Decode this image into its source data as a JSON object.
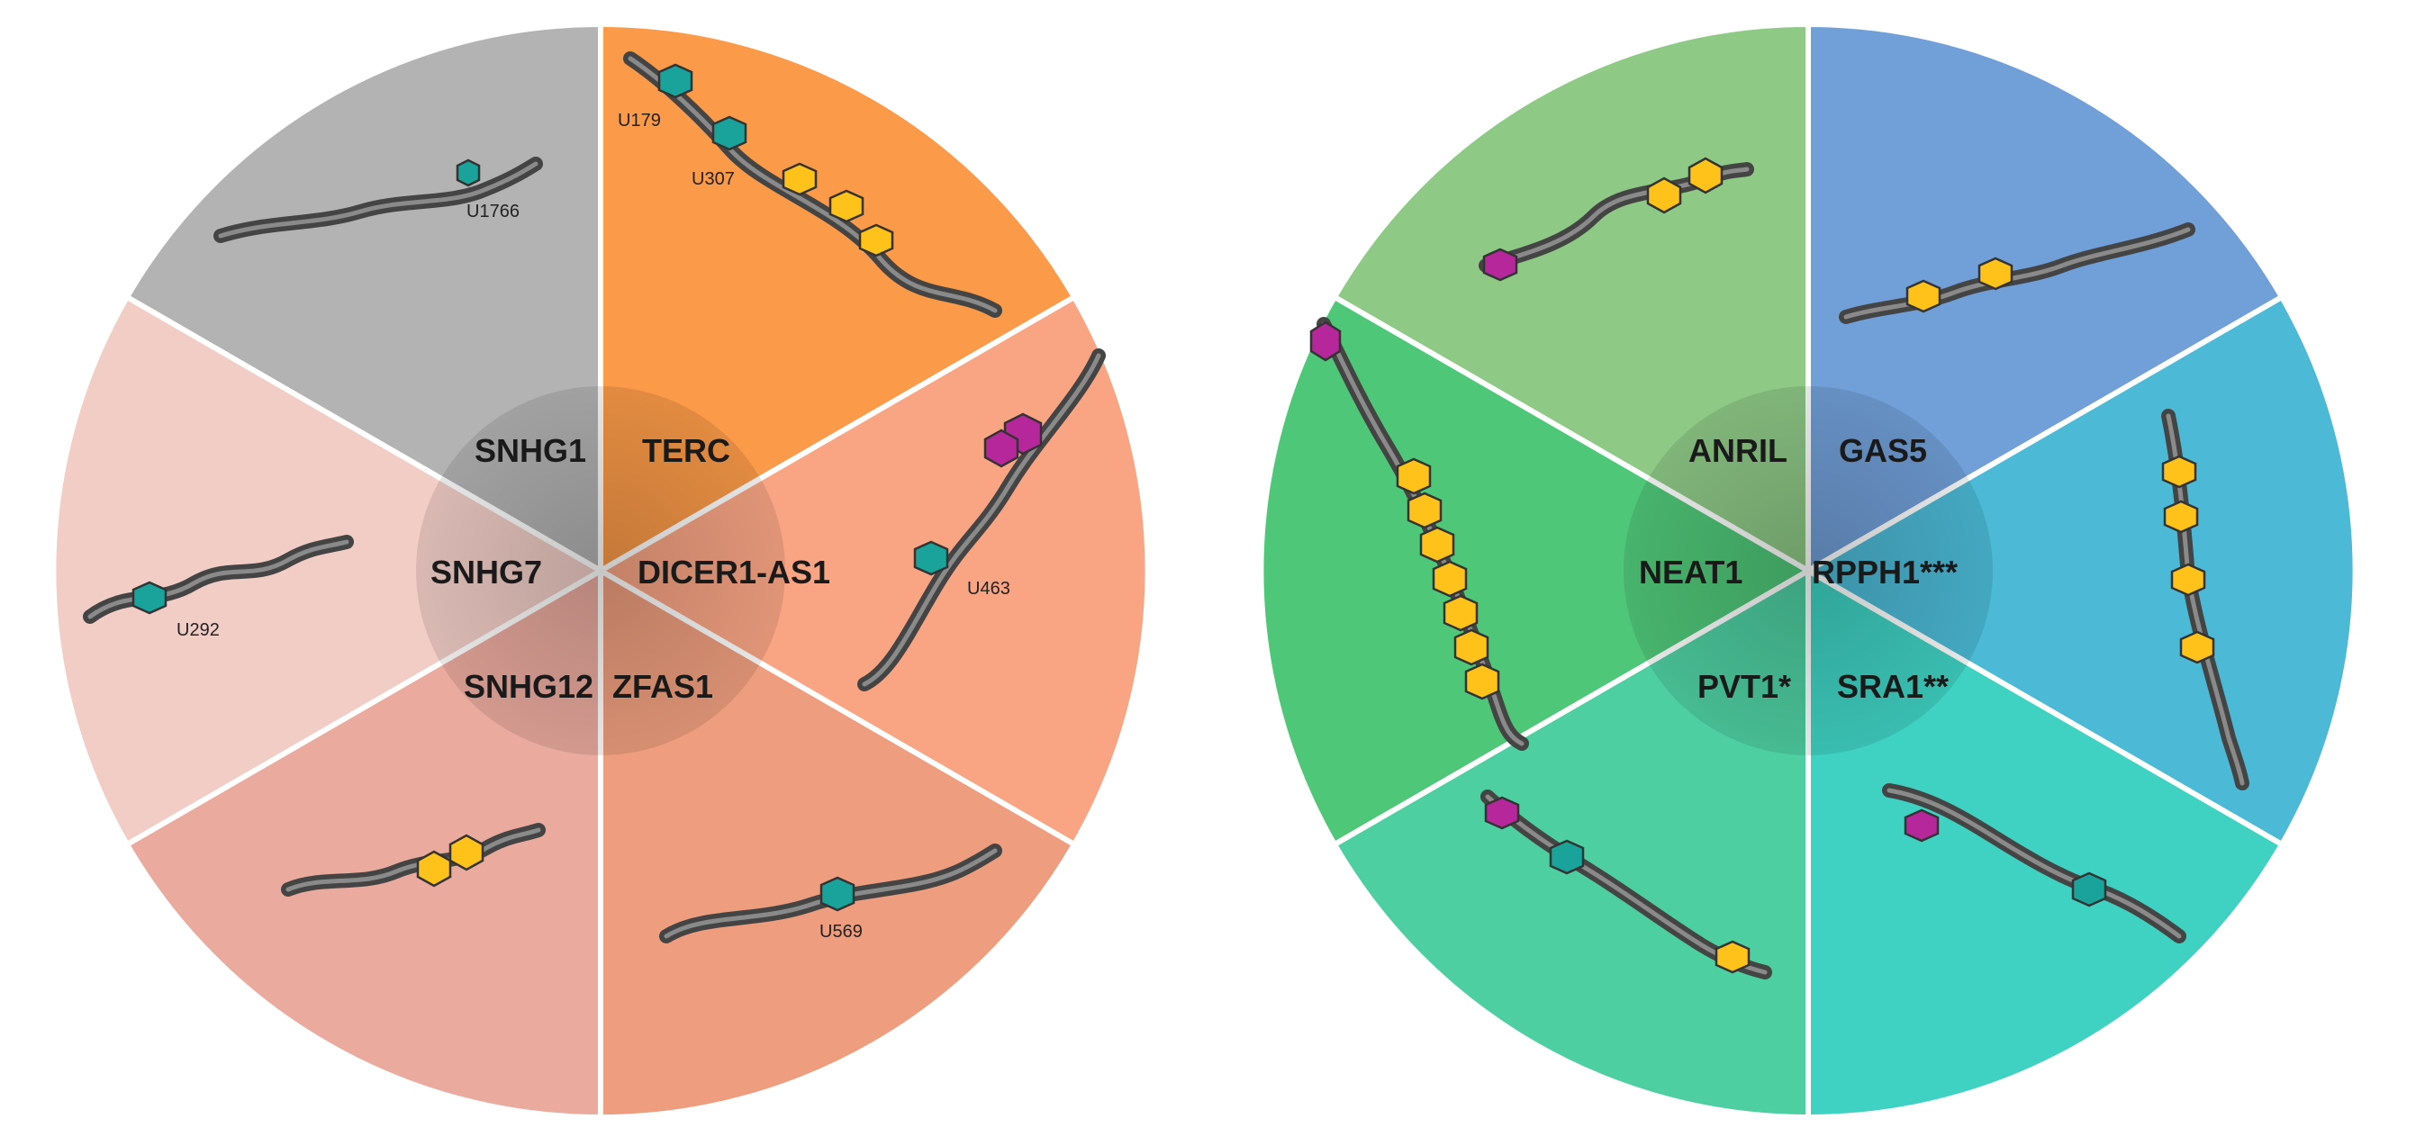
{
  "colors": {
    "teal_bead": "#1aa39a",
    "yellow_bead": "#ffc21a",
    "magenta_bead": "#b5279a",
    "strand": "#444444"
  },
  "left_wheel": {
    "segments": [
      {
        "label": "SNHG1",
        "color": "#b3b3b3",
        "sites": [
          "U1766"
        ]
      },
      {
        "label": "TERC",
        "color": "#fb9a48",
        "sites": [
          "U179",
          "U307"
        ]
      },
      {
        "label": "DICER1-AS1",
        "color": "#f9a584",
        "sites": [
          "U463"
        ]
      },
      {
        "label": "ZFAS1",
        "color": "#ee9e7e",
        "sites": [
          "U569"
        ]
      },
      {
        "label": "SNHG12",
        "color": "#eaaa9e",
        "sites": []
      },
      {
        "label": "SNHG7",
        "color": "#f1cdc6",
        "sites": [
          "U292"
        ]
      }
    ]
  },
  "right_wheel": {
    "segments": [
      {
        "label": "ANRIL",
        "color": "#8ec986",
        "sites": []
      },
      {
        "label": "GAS5",
        "color": "#719fd8",
        "sites": []
      },
      {
        "label": "RPPH1***",
        "color": "#4cbad6",
        "sites": []
      },
      {
        "label": "SRA1**",
        "color": "#3fd2c3",
        "sites": []
      },
      {
        "label": "PVT1*",
        "color": "#4ecfa2",
        "sites": []
      },
      {
        "label": "NEAT1",
        "color": "#4fc778",
        "sites": []
      }
    ]
  }
}
